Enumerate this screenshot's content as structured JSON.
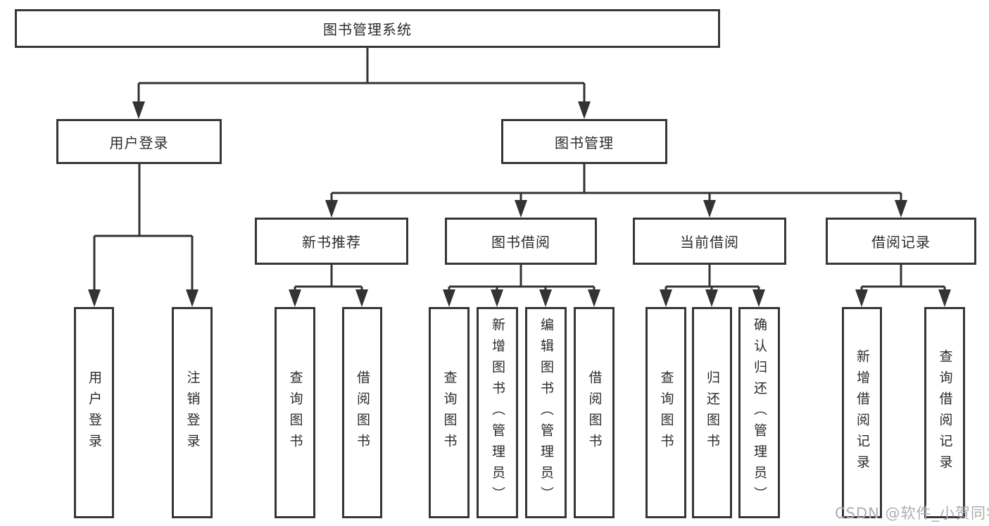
{
  "diagram": {
    "root": "图书管理系统",
    "level2": {
      "user_login": "用户登录",
      "book_mgmt": "图书管理"
    },
    "level3": {
      "new_books": "新书推荐",
      "book_borrow": "图书借阅",
      "current_borrow": "当前借阅",
      "borrow_records": "借阅记录"
    },
    "leaves": {
      "user_login": [
        "用户登录",
        "注销登录"
      ],
      "new_books": [
        "查询图书",
        "借阅图书"
      ],
      "book_borrow": [
        "查询图书",
        "新增图书（管理员）",
        "编辑图书（管理员）",
        "借阅图书"
      ],
      "current_borrow": [
        "查询图书",
        "归还图书",
        "确认归还（管理员）"
      ],
      "borrow_records": [
        "新增借阅记录",
        "查询借阅记录"
      ]
    }
  },
  "watermark": "CSDN @软件_小贺同学",
  "colors": {
    "line": "#333333",
    "border": "#363636",
    "text": "#2b2b2b",
    "watermark": "#aeaeb0",
    "background": "#ffffff"
  }
}
